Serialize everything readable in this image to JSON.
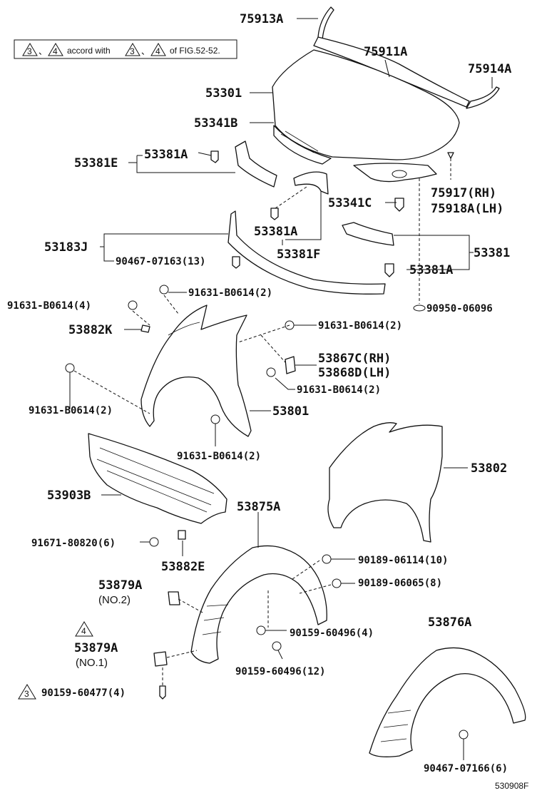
{
  "note": {
    "mark_a": "3",
    "mark_b": "4",
    "sep1": "、",
    "text1": "accord with",
    "mark_c": "3",
    "sep2": "、",
    "mark_d": "4",
    "text2": "of FIG.52-52."
  },
  "labels": {
    "p75913A": "75913A",
    "p75911A": "75911A",
    "p75914A": "75914A",
    "p53301": "53301",
    "p53341B": "53341B",
    "p53381E": "53381E",
    "p53381A_1": "53381A",
    "p75917": "75917(RH)",
    "p75918A": "75918A(LH)",
    "p53341C": "53341C",
    "p53381A_2": "53381A",
    "p53381F": "53381F",
    "p53183J": "53183J",
    "p90467_07163": "90467-07163(13)",
    "p53381": "53381",
    "p53381A_3": "53381A",
    "p91631_a": "91631-B0614(2)",
    "p91631_b": "91631-B0614(4)",
    "p90950": "90950-06096",
    "p53882K": "53882K",
    "p91631_c": "91631-B0614(2)",
    "p53867C": "53867C(RH)",
    "p53868D": "53868D(LH)",
    "p91631_d": "91631-B0614(2)",
    "p91631_e": "91631-B0614(2)",
    "p53801": "53801",
    "p91631_f": "91631-B0614(2)",
    "p53802": "53802",
    "p53903B": "53903B",
    "p53875A": "53875A",
    "p91671": "91671-80820(6)",
    "p53882E": "53882E",
    "p90189_06114": "90189-06114(10)",
    "p53879A_2": "53879A",
    "p53879A_2_sub": "(NO.2)",
    "p90189_06065": "90189-06065(8)",
    "p90159_60496_4": "90159-60496(4)",
    "p53876A": "53876A",
    "tri4": "4",
    "p53879A_1": "53879A",
    "p53879A_1_sub": "(NO.1)",
    "p90159_60496_12": "90159-60496(12)",
    "tri3": "3",
    "p90159_60477": "90159-60477(4)",
    "p90467_07166": "90467-07166(6)",
    "fig_code": "530908F"
  }
}
